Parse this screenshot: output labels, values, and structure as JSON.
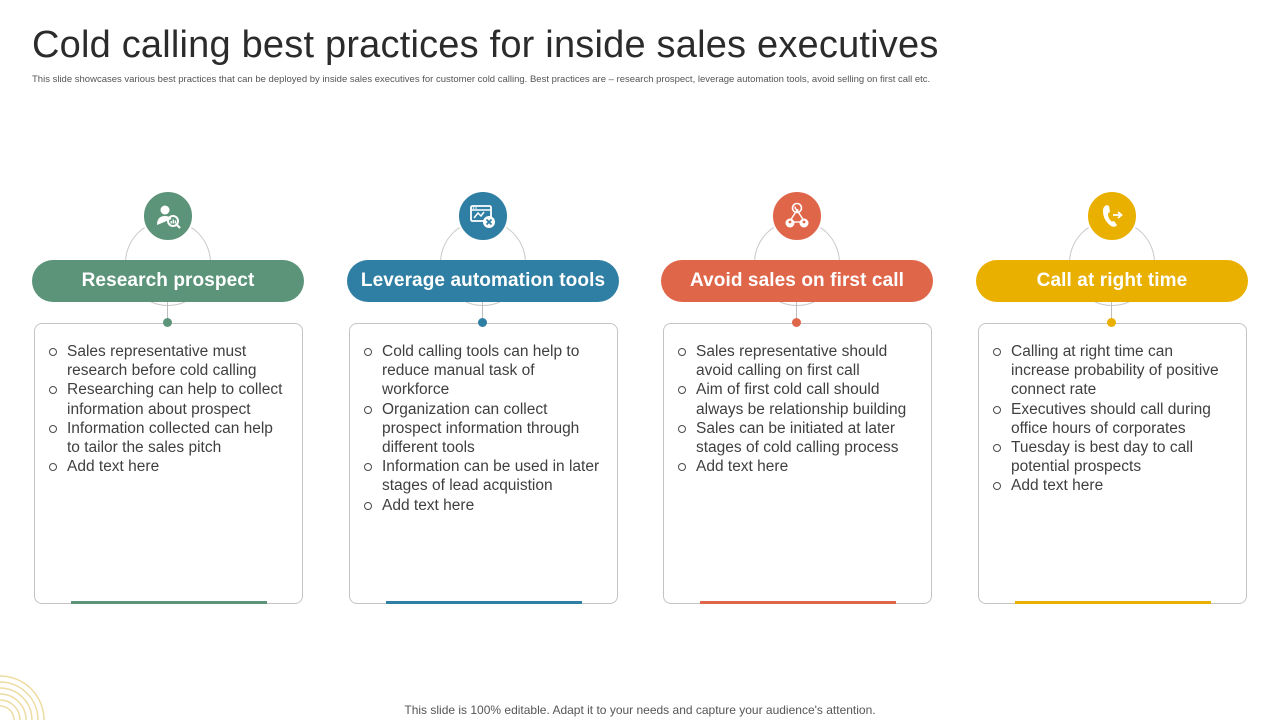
{
  "title": "Cold calling best practices for inside sales executives",
  "subtitle": "This slide showcases various best practices that can be deployed by inside sales executives for customer cold calling. Best practices are – research prospect, leverage automation tools, avoid selling on first call etc.",
  "footer": "This slide is 100% editable. Adapt it to your needs and capture your audience's attention.",
  "colors": {
    "green": "#5c947a",
    "blue": "#2f7ea3",
    "orange": "#e0664a",
    "yellow": "#e9b000"
  },
  "columns": [
    {
      "heading": "Research prospect",
      "icon": "person-analytics-icon",
      "bullets": [
        "Sales representative must research before cold calling",
        "Researching can help to collect information about prospect",
        "Information collected can help to tailor the sales pitch",
        "Add text here"
      ]
    },
    {
      "heading": "Leverage automation tools",
      "icon": "automation-browser-icon",
      "bullets": [
        "Cold calling tools can help to reduce manual task of workforce",
        "Organization can collect prospect information through different tools",
        "Information can be used in later stages of lead acquistion",
        "Add text here"
      ]
    },
    {
      "heading": "Avoid sales on first call",
      "icon": "call-network-icon",
      "bullets": [
        "Sales representative should avoid calling on first call",
        "Aim of first cold call should always be relationship building",
        "Sales can be initiated at later stages of cold calling process",
        "Add text here"
      ]
    },
    {
      "heading": "Call at right time",
      "icon": "phone-forward-icon",
      "bullets": [
        "Calling at right time can increase probability of positive connect rate",
        "Executives should call during office hours of corporates",
        "Tuesday is best day to call potential prospects",
        "Add text here"
      ]
    }
  ]
}
